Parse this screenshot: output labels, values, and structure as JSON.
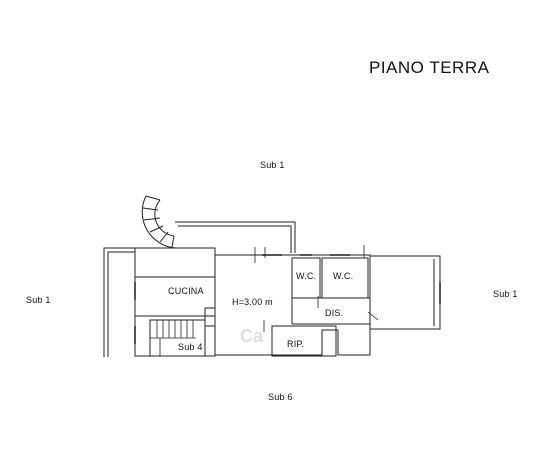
{
  "title": "PIANO TERRA",
  "neighbors": {
    "top": "Sub 1",
    "left": "Sub 1",
    "right": "Sub 1",
    "bottom": "Sub 6"
  },
  "rooms": {
    "kitchen": "CUCINA",
    "height": "H=3.00 m",
    "wc1": "W.C.",
    "wc2": "W.C.",
    "dis": "DIS.",
    "rip": "RIP.",
    "sub4": "Sub 4"
  },
  "watermark": "Ca",
  "colors": {
    "line": "#222222",
    "wall": "#555555",
    "watermark": "#cfcfcf"
  }
}
